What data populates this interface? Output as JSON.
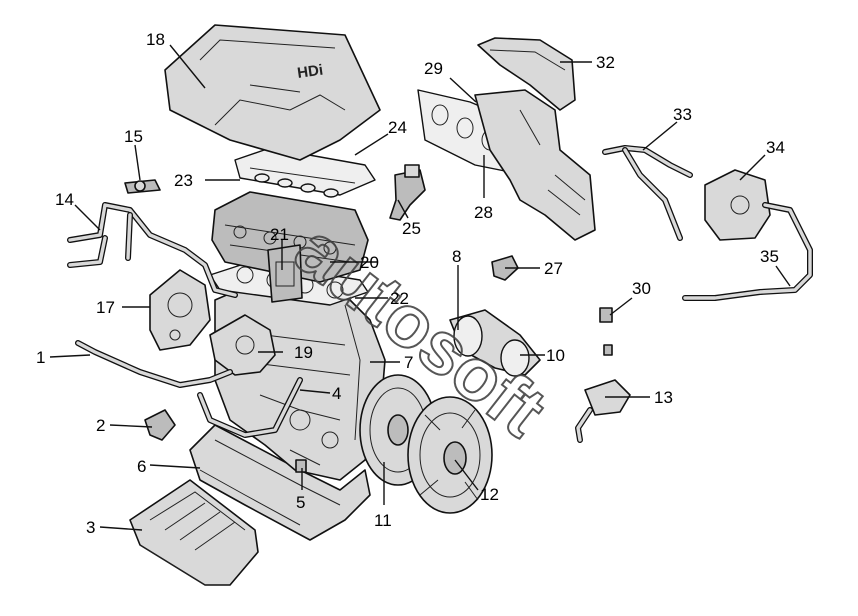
{
  "callouts": [
    {
      "id": "1",
      "text": "1"
    },
    {
      "id": "2",
      "text": "2"
    },
    {
      "id": "3",
      "text": "3"
    },
    {
      "id": "4",
      "text": "4"
    },
    {
      "id": "5",
      "text": "5"
    },
    {
      "id": "6",
      "text": "6"
    },
    {
      "id": "7",
      "text": "7"
    },
    {
      "id": "8",
      "text": "8"
    },
    {
      "id": "10",
      "text": "10"
    },
    {
      "id": "11",
      "text": "11"
    },
    {
      "id": "12",
      "text": "12"
    },
    {
      "id": "13",
      "text": "13"
    },
    {
      "id": "14",
      "text": "14"
    },
    {
      "id": "15",
      "text": "15"
    },
    {
      "id": "17",
      "text": "17"
    },
    {
      "id": "18",
      "text": "18"
    },
    {
      "id": "19",
      "text": "19"
    },
    {
      "id": "20",
      "text": "20"
    },
    {
      "id": "21",
      "text": "21"
    },
    {
      "id": "22",
      "text": "22"
    },
    {
      "id": "23",
      "text": "23"
    },
    {
      "id": "24",
      "text": "24"
    },
    {
      "id": "25",
      "text": "25"
    },
    {
      "id": "27",
      "text": "27"
    },
    {
      "id": "28",
      "text": "28"
    },
    {
      "id": "29",
      "text": "29"
    },
    {
      "id": "30",
      "text": "30"
    },
    {
      "id": "32",
      "text": "32"
    },
    {
      "id": "33",
      "text": "33"
    },
    {
      "id": "34",
      "text": "34"
    },
    {
      "id": "35",
      "text": "35"
    }
  ],
  "watermark": "autosoft",
  "cover_logo": "HDi",
  "colors": {
    "line": "#111111",
    "fill": "#d9d9d9",
    "background": "#ffffff"
  }
}
